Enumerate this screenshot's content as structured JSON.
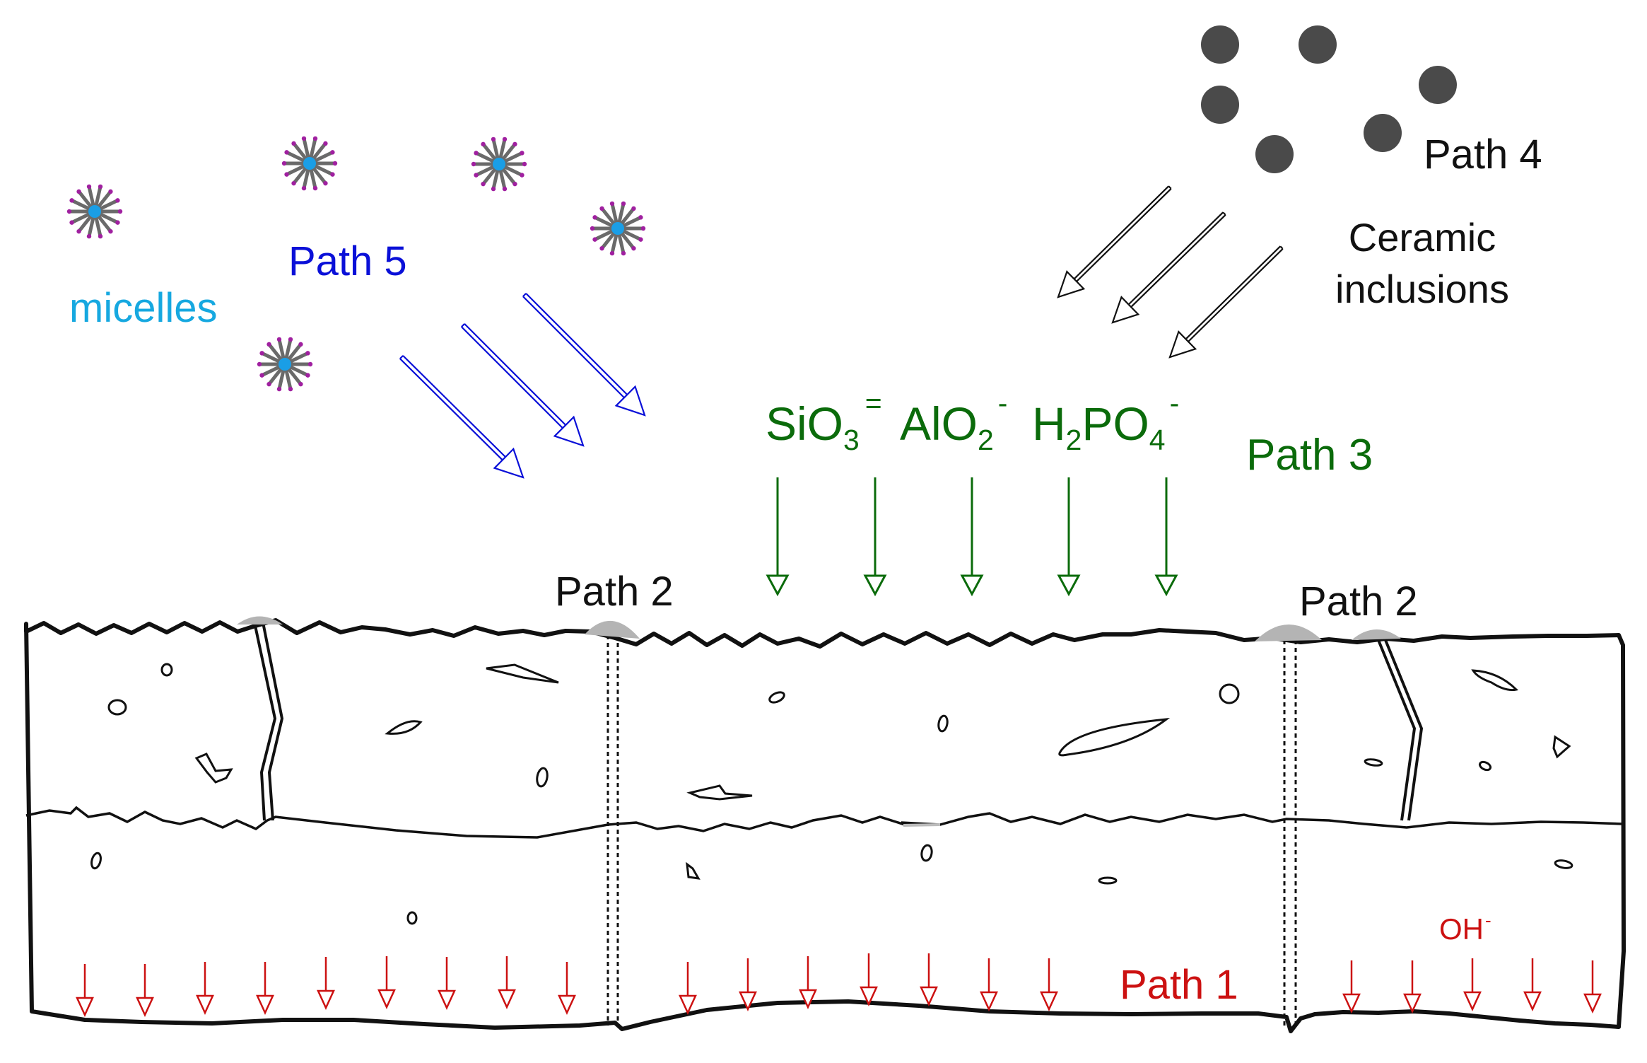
{
  "colors": {
    "path5": "#0a10d8",
    "path3": "#0b6b0b",
    "path1": "#cc1111",
    "micelle_label": "#16a8e0",
    "micelle_core": "#1a9ee6",
    "micelle_tail": "#6a6a6a",
    "micelle_head": "#a020a0",
    "ceramic": "#4a4a4a",
    "bump": "#b4b4b4",
    "ink": "#111111"
  },
  "labels": {
    "micelles": "micelles",
    "path5": "Path 5",
    "path4": "Path 4",
    "ceramic_line1": "Ceramic",
    "ceramic_line2": "inclusions",
    "path3": "Path 3",
    "path2_left": "Path 2",
    "path2_right": "Path 2",
    "path1": "Path 1"
  },
  "ions": {
    "silicate": {
      "base": "SiO",
      "sub": "3",
      "sup": "="
    },
    "aluminate": {
      "base": "AlO",
      "sub": "2",
      "sup": "-"
    },
    "phosphate": {
      "pre": "H",
      "sub1": "2",
      "mid": "PO",
      "sub2": "4",
      "sup": "-"
    },
    "hydroxide": {
      "base": "OH",
      "sup": "-"
    }
  },
  "icons": {
    "micelle": "micelle-icon",
    "ceramic_particle": "ceramic-particle-icon",
    "arrow": "arrow-icon",
    "discharge_bump": "discharge-bump-icon",
    "pore": "pore-icon",
    "crack": "crack-icon"
  }
}
